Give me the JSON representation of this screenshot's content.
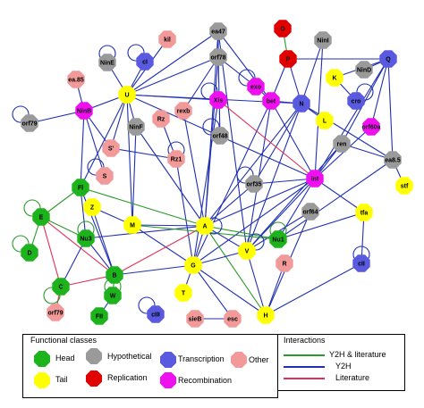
{
  "colors": {
    "Head": "#1db31d",
    "Tail": "#ffff00",
    "Hypothetical": "#9a9a9a",
    "Replication": "#e00000",
    "Transcription": "#5a5ae0",
    "Recombination": "#ee10ee",
    "Other": "#f29a9a",
    "y2h_literature": "#2a9a2a",
    "y2h": "#2030b0",
    "literature": "#e0305a"
  },
  "nodes": [
    {
      "id": "kil",
      "label": "kil",
      "class": "Other"
    },
    {
      "id": "ea47",
      "label": "ea47",
      "class": "Hypothetical"
    },
    {
      "id": "O",
      "label": "O",
      "class": "Replication"
    },
    {
      "id": "Ninl",
      "label": "NinI",
      "class": "Hypothetical"
    },
    {
      "id": "NinE",
      "label": "NinE",
      "class": "Hypothetical"
    },
    {
      "id": "cI",
      "label": "cI",
      "class": "Transcription"
    },
    {
      "id": "orf78",
      "label": "orf78",
      "class": "Hypothetical"
    },
    {
      "id": "P",
      "label": "P",
      "class": "Replication"
    },
    {
      "id": "Q",
      "label": "Q",
      "class": "Transcription"
    },
    {
      "id": "ea85",
      "label": "ea.85",
      "class": "Other"
    },
    {
      "id": "NinD",
      "label": "NinD",
      "class": "Hypothetical"
    },
    {
      "id": "K",
      "label": "K",
      "class": "Tail"
    },
    {
      "id": "U",
      "label": "U",
      "class": "Tail"
    },
    {
      "id": "exo",
      "label": "exo",
      "class": "Recombination"
    },
    {
      "id": "NinB",
      "label": "NinB",
      "class": "Recombination"
    },
    {
      "id": "Xis",
      "label": "Xis",
      "class": "Recombination"
    },
    {
      "id": "bet",
      "label": "bet",
      "class": "Recombination"
    },
    {
      "id": "N",
      "label": "N",
      "class": "Transcription"
    },
    {
      "id": "cro",
      "label": "cro",
      "class": "Transcription"
    },
    {
      "id": "orf79",
      "label": "orf79",
      "class": "Hypothetical"
    },
    {
      "id": "Rz",
      "label": "Rz",
      "class": "Other"
    },
    {
      "id": "rexb",
      "label": "rexb",
      "class": "Other"
    },
    {
      "id": "L",
      "label": "L",
      "class": "Tail"
    },
    {
      "id": "orf60a",
      "label": "orf60a",
      "class": "Recombination"
    },
    {
      "id": "NinF",
      "label": "NinF",
      "class": "Hypothetical"
    },
    {
      "id": "orf48",
      "label": "orf48",
      "class": "Hypothetical"
    },
    {
      "id": "Sprime",
      "label": "S'",
      "class": "Other"
    },
    {
      "id": "Rz1",
      "label": "Rz1",
      "class": "Other"
    },
    {
      "id": "ren",
      "label": "ren",
      "class": "Hypothetical"
    },
    {
      "id": "ea85b",
      "label": "ea8.5",
      "class": "Hypothetical"
    },
    {
      "id": "S",
      "label": "S",
      "class": "Other"
    },
    {
      "id": "int",
      "label": "int",
      "class": "Recombination"
    },
    {
      "id": "orf35",
      "label": "orf35",
      "class": "Hypothetical"
    },
    {
      "id": "stf",
      "label": "stf",
      "class": "Tail"
    },
    {
      "id": "Fl",
      "label": "Fl",
      "class": "Head"
    },
    {
      "id": "Z",
      "label": "Z",
      "class": "Tail"
    },
    {
      "id": "orf64",
      "label": "orf64",
      "class": "Hypothetical"
    },
    {
      "id": "tfa",
      "label": "tfa",
      "class": "Tail"
    },
    {
      "id": "E",
      "label": "E",
      "class": "Head"
    },
    {
      "id": "M",
      "label": "M",
      "class": "Tail"
    },
    {
      "id": "A",
      "label": "A",
      "class": "Tail"
    },
    {
      "id": "Nu3",
      "label": "Nu3",
      "class": "Head"
    },
    {
      "id": "V",
      "label": "V",
      "class": "Tail"
    },
    {
      "id": "Nu1",
      "label": "Nu1",
      "class": "Head"
    },
    {
      "id": "D",
      "label": "D",
      "class": "Head"
    },
    {
      "id": "G",
      "label": "G",
      "class": "Tail"
    },
    {
      "id": "R",
      "label": "R",
      "class": "Other"
    },
    {
      "id": "cII",
      "label": "cII",
      "class": "Transcription"
    },
    {
      "id": "B",
      "label": "B",
      "class": "Head"
    },
    {
      "id": "C",
      "label": "C",
      "class": "Head"
    },
    {
      "id": "T",
      "label": "T",
      "class": "Tail"
    },
    {
      "id": "W",
      "label": "W",
      "class": "Head"
    },
    {
      "id": "orf79b",
      "label": "orf79",
      "class": "Other"
    },
    {
      "id": "FII",
      "label": "FII",
      "class": "Head"
    },
    {
      "id": "cIII",
      "label": "cIII",
      "class": "Transcription"
    },
    {
      "id": "sieB",
      "label": "sieB",
      "class": "Other"
    },
    {
      "id": "esc",
      "label": "esc",
      "class": "Other"
    },
    {
      "id": "H",
      "label": "H",
      "class": "Tail"
    }
  ],
  "self_loops": [
    "orf79",
    "NinE",
    "cI",
    "Xis",
    "exo",
    "cro",
    "orf48",
    "S",
    "Rz1",
    "orf35",
    "E",
    "D",
    "C",
    "Nu3",
    "W",
    "A",
    "V",
    "Nu1",
    "cII",
    "cIII"
  ],
  "edges": [
    [
      "U",
      "NinE",
      "y2h"
    ],
    [
      "U",
      "cI",
      "y2h"
    ],
    [
      "U",
      "kil",
      "y2h"
    ],
    [
      "U",
      "ea47",
      "y2h"
    ],
    [
      "U",
      "orf78",
      "y2h"
    ],
    [
      "U",
      "NinF",
      "y2h"
    ],
    [
      "U",
      "Sprime",
      "y2h"
    ],
    [
      "U",
      "M",
      "y2h"
    ],
    [
      "U",
      "Fl",
      "y2h"
    ],
    [
      "U",
      "Xis",
      "y2h"
    ],
    [
      "U",
      "int",
      "y2h"
    ],
    [
      "U",
      "N",
      "y2h"
    ],
    [
      "ea47",
      "orf78",
      "y2h"
    ],
    [
      "ea47",
      "bet",
      "y2h"
    ],
    [
      "ea47",
      "A",
      "y2h"
    ],
    [
      "ea47",
      "V",
      "y2h"
    ],
    [
      "orf78",
      "orf48",
      "y2h"
    ],
    [
      "orf78",
      "A",
      "y2h"
    ],
    [
      "orf78",
      "rexb",
      "y2h"
    ],
    [
      "orf78",
      "exo",
      "y2h"
    ],
    [
      "O",
      "P",
      "y2h_literature"
    ],
    [
      "P",
      "N",
      "y2h"
    ],
    [
      "P",
      "Q",
      "y2h"
    ],
    [
      "P",
      "bet",
      "y2h"
    ],
    [
      "Ninl",
      "N",
      "y2h"
    ],
    [
      "Ninl",
      "int",
      "y2h"
    ],
    [
      "Q",
      "K",
      "y2h"
    ],
    [
      "Q",
      "NinD",
      "y2h"
    ],
    [
      "Q",
      "int",
      "y2h"
    ],
    [
      "Q",
      "orf60a",
      "y2h"
    ],
    [
      "Q",
      "ea85b",
      "y2h"
    ],
    [
      "Q",
      "ren",
      "y2h"
    ],
    [
      "N",
      "bet",
      "y2h"
    ],
    [
      "N",
      "L",
      "y2h"
    ],
    [
      "N",
      "ea85b",
      "y2h"
    ],
    [
      "N",
      "A",
      "y2h"
    ],
    [
      "N",
      "orf35",
      "y2h"
    ],
    [
      "N",
      "V",
      "y2h"
    ],
    [
      "bet",
      "G",
      "y2h"
    ],
    [
      "bet",
      "V",
      "y2h"
    ],
    [
      "exo",
      "bet",
      "y2h"
    ],
    [
      "Xis",
      "int",
      "literature"
    ],
    [
      "Xis",
      "G",
      "y2h"
    ],
    [
      "rexb",
      "A",
      "y2h"
    ],
    [
      "NinF",
      "A",
      "y2h"
    ],
    [
      "NinF",
      "M",
      "y2h"
    ],
    [
      "Rz",
      "Rz1",
      "y2h"
    ],
    [
      "Rz1",
      "Sprime",
      "y2h"
    ],
    [
      "Rz1",
      "G",
      "y2h"
    ],
    [
      "ren",
      "ea85b",
      "y2h"
    ],
    [
      "ren",
      "int",
      "y2h"
    ],
    [
      "ren",
      "V",
      "y2h"
    ],
    [
      "ea85b",
      "stf",
      "y2h"
    ],
    [
      "ea85b",
      "Nu1",
      "y2h"
    ],
    [
      "int",
      "A",
      "y2h"
    ],
    [
      "int",
      "orf35",
      "y2h"
    ],
    [
      "int",
      "tfa",
      "y2h"
    ],
    [
      "int",
      "V",
      "y2h"
    ],
    [
      "int",
      "G",
      "y2h"
    ],
    [
      "int",
      "Nu1",
      "y2h"
    ],
    [
      "orf35",
      "A",
      "y2h"
    ],
    [
      "orf64",
      "V",
      "y2h"
    ],
    [
      "orf64",
      "H",
      "y2h"
    ],
    [
      "tfa",
      "Nu1",
      "y2h"
    ],
    [
      "tfa",
      "cII",
      "y2h"
    ],
    [
      "Fl",
      "E",
      "y2h_literature"
    ],
    [
      "Fl",
      "Nu3",
      "y2h"
    ],
    [
      "Fl",
      "A",
      "y2h_literature"
    ],
    [
      "Fl",
      "B",
      "y2h"
    ],
    [
      "E",
      "Nu3",
      "y2h_literature"
    ],
    [
      "E",
      "B",
      "literature"
    ],
    [
      "E",
      "C",
      "literature"
    ],
    [
      "E",
      "D",
      "y2h_literature"
    ],
    [
      "Nu3",
      "C",
      "y2h"
    ],
    [
      "Nu3",
      "B",
      "y2h"
    ],
    [
      "Nu3",
      "A",
      "y2h"
    ],
    [
      "Z",
      "B",
      "y2h"
    ],
    [
      "Z",
      "M",
      "y2h"
    ],
    [
      "M",
      "A",
      "y2h"
    ],
    [
      "M",
      "G",
      "y2h"
    ],
    [
      "B",
      "C",
      "literature"
    ],
    [
      "B",
      "W",
      "y2h_literature"
    ],
    [
      "B",
      "G",
      "y2h"
    ],
    [
      "B",
      "A",
      "literature"
    ],
    [
      "C",
      "orf79b",
      "literature"
    ],
    [
      "W",
      "FII",
      "y2h"
    ],
    [
      "A",
      "V",
      "y2h"
    ],
    [
      "A",
      "G",
      "y2h"
    ],
    [
      "A",
      "Nu1",
      "y2h_literature"
    ],
    [
      "A",
      "H",
      "y2h_literature"
    ],
    [
      "V",
      "G",
      "y2h"
    ],
    [
      "V",
      "H",
      "y2h"
    ],
    [
      "G",
      "T",
      "y2h"
    ],
    [
      "G",
      "H",
      "y2h"
    ],
    [
      "G",
      "esc",
      "y2h"
    ],
    [
      "R",
      "H",
      "y2h"
    ],
    [
      "cII",
      "H",
      "y2h"
    ],
    [
      "M",
      "Nu1",
      "y2h_literature"
    ],
    [
      "sieB",
      "esc",
      "y2h"
    ],
    [
      "NinB",
      "ea85",
      "y2h"
    ],
    [
      "NinB",
      "Sprime",
      "y2h"
    ],
    [
      "NinB",
      "S",
      "y2h"
    ],
    [
      "NinB",
      "Fl",
      "y2h"
    ],
    [
      "NinB",
      "U",
      "y2h"
    ],
    [
      "orf79",
      "NinB",
      "y2h"
    ],
    [
      "K",
      "cro",
      "y2h"
    ],
    [
      "orf60a",
      "int",
      "y2h"
    ],
    [
      "bet",
      "int",
      "y2h"
    ]
  ],
  "legend": {
    "classes_title": "Functional classes",
    "classes": [
      {
        "name": "Head",
        "label": "Head"
      },
      {
        "name": "Tail",
        "label": "Tail"
      },
      {
        "name": "Hypothetical",
        "label": "Hypothetical"
      },
      {
        "name": "Replication",
        "label": "Replication"
      },
      {
        "name": "Transcription",
        "label": "Transcription"
      },
      {
        "name": "Recombination",
        "label": "Recombination"
      },
      {
        "name": "Other",
        "label": "Other"
      }
    ],
    "interactions_title": "Interactions",
    "interactions": [
      {
        "type": "y2h_literature",
        "label": "Y2H & literature"
      },
      {
        "type": "y2h",
        "label": "Y2H"
      },
      {
        "type": "literature",
        "label": "Literature"
      }
    ]
  }
}
